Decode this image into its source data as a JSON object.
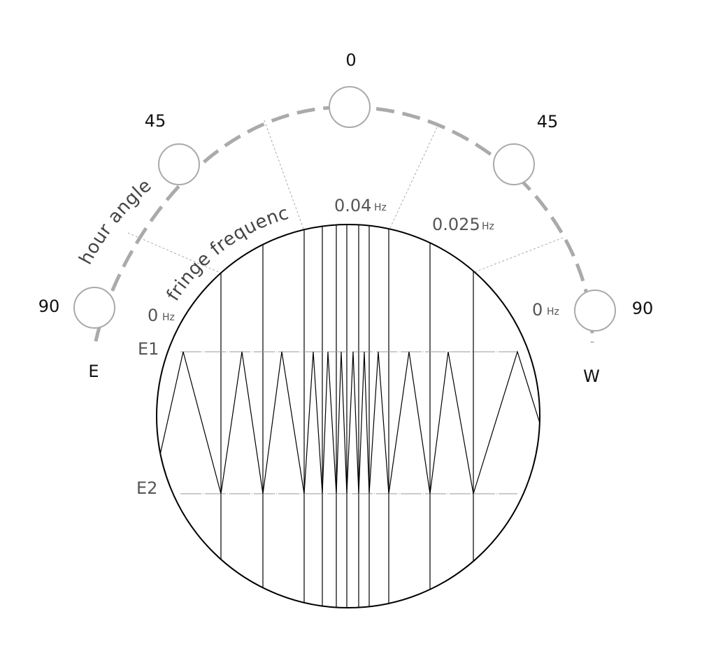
{
  "hour_angle": {
    "label": "hour angle",
    "ticks": {
      "east_90": "90",
      "east_45": "45",
      "zenith_0": "0",
      "west_45": "45",
      "west_90": "90"
    }
  },
  "directions": {
    "east": "E",
    "west": "W"
  },
  "fringe_frequency": {
    "label": "fringe frequency",
    "ticks": [
      {
        "value": "0",
        "unit": "Hz"
      },
      {
        "value": "0.04",
        "unit": "Hz"
      },
      {
        "value": "0.025",
        "unit": "Hz"
      },
      {
        "value": "0",
        "unit": "Hz"
      }
    ]
  },
  "levels": {
    "top": "E1",
    "bottom": "E2"
  },
  "colors": {
    "arc": "#aaaaaa",
    "circle_outline": "#aaaaaa",
    "guide": "#aaaaaa",
    "ink": "#000000",
    "label": "#555555"
  }
}
